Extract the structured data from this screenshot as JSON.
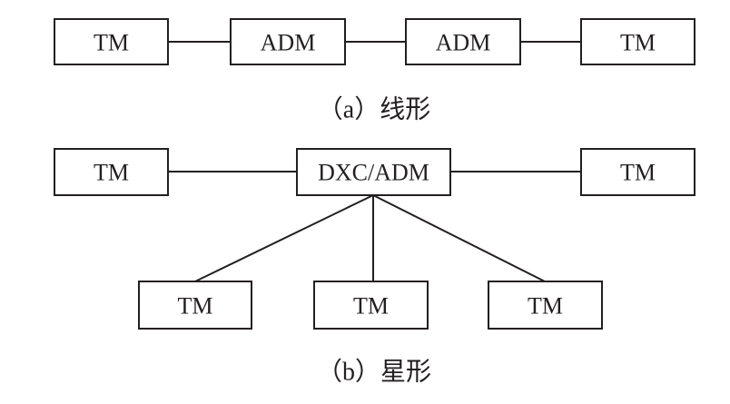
{
  "linear": {
    "caption": "（a）线形",
    "nodes": [
      "TM",
      "ADM",
      "ADM",
      "TM"
    ]
  },
  "star": {
    "caption": "（b）星形",
    "hub": "DXC/ADM",
    "left": "TM",
    "right": "TM",
    "bottom": [
      "TM",
      "TM",
      "TM"
    ]
  },
  "colors": {
    "line": "#231f20",
    "background": "#ffffff"
  }
}
